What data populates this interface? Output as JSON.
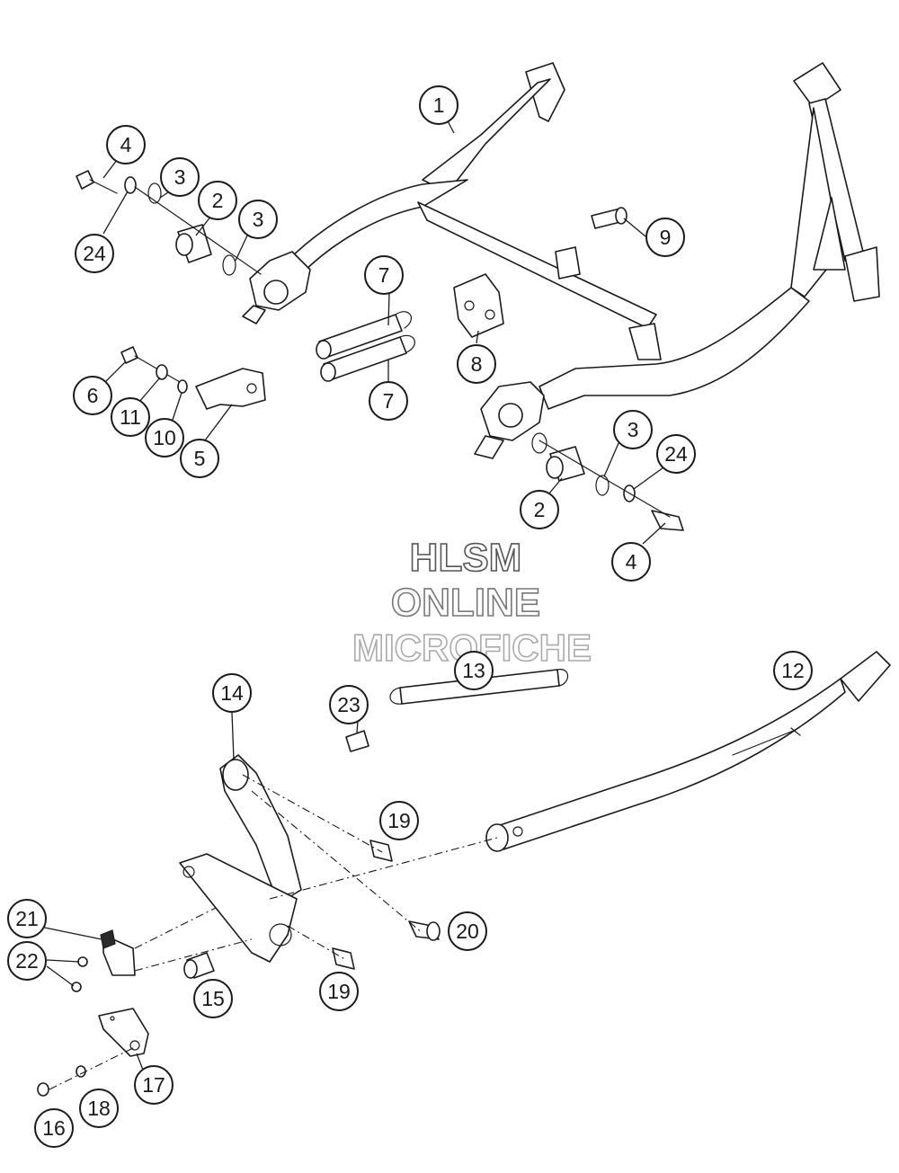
{
  "watermark": {
    "line1": "HLSM",
    "line2": "ONLINE",
    "line3": "MICROFICHE"
  },
  "callouts": [
    {
      "id": "c1",
      "label": "1"
    },
    {
      "id": "c2a",
      "label": "2"
    },
    {
      "id": "c2b",
      "label": "2"
    },
    {
      "id": "c3a",
      "label": "3"
    },
    {
      "id": "c3b",
      "label": "3"
    },
    {
      "id": "c3c",
      "label": "3"
    },
    {
      "id": "c4a",
      "label": "4"
    },
    {
      "id": "c4b",
      "label": "4"
    },
    {
      "id": "c5",
      "label": "5"
    },
    {
      "id": "c6",
      "label": "6"
    },
    {
      "id": "c7a",
      "label": "7"
    },
    {
      "id": "c7b",
      "label": "7"
    },
    {
      "id": "c8",
      "label": "8"
    },
    {
      "id": "c9",
      "label": "9"
    },
    {
      "id": "c10",
      "label": "10"
    },
    {
      "id": "c11",
      "label": "11"
    },
    {
      "id": "c12",
      "label": "12"
    },
    {
      "id": "c13",
      "label": "13"
    },
    {
      "id": "c14",
      "label": "14"
    },
    {
      "id": "c15",
      "label": "15"
    },
    {
      "id": "c16",
      "label": "16"
    },
    {
      "id": "c17",
      "label": "17"
    },
    {
      "id": "c18",
      "label": "18"
    },
    {
      "id": "c19a",
      "label": "19"
    },
    {
      "id": "c19b",
      "label": "19"
    },
    {
      "id": "c20",
      "label": "20"
    },
    {
      "id": "c21",
      "label": "21"
    },
    {
      "id": "c22",
      "label": "22"
    },
    {
      "id": "c23",
      "label": "23"
    },
    {
      "id": "c24a",
      "label": "24"
    },
    {
      "id": "c24b",
      "label": "24"
    }
  ],
  "colors": {
    "line": "#1a1a1a",
    "background": "#ffffff",
    "watermark_outline": "#555555"
  }
}
